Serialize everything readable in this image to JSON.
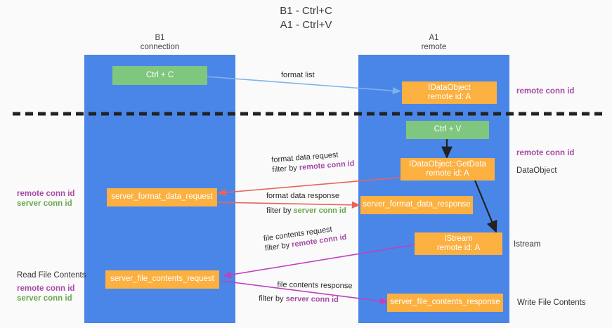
{
  "title": {
    "line1": "B1 - Ctrl+C",
    "line2": "A1 - Ctrl+V"
  },
  "lanes": [
    {
      "name": "B1",
      "subtitle": "connection"
    },
    {
      "name": "A1",
      "subtitle": "remote"
    }
  ],
  "boxes": {
    "ctrl_c": {
      "label": "Ctrl + C"
    },
    "ctrl_v": {
      "label": "Ctrl + V"
    },
    "idataobject": {
      "label": "IDataObject",
      "sub": "remote id: A"
    },
    "getdata": {
      "label": "IDataObject::GetData",
      "sub": "remote id: A"
    },
    "istream": {
      "label": "IStream",
      "sub": "remote id: A"
    },
    "server_format_data_request": {
      "label": "server_format_data_request"
    },
    "server_format_data_response": {
      "label": "server_format_data_response"
    },
    "server_file_contents_request": {
      "label": "server_file_contents_request"
    },
    "server_file_contents_response": {
      "label": "server_file_contents_response"
    }
  },
  "edges": {
    "format_list": {
      "label": "format list"
    },
    "format_data_request": {
      "label": "format data request",
      "filter_prefix": "filter by ",
      "filter_key": "remote conn id"
    },
    "format_data_response": {
      "label": "format data response",
      "filter_prefix": "filter by ",
      "filter_key": "server conn id"
    },
    "file_contents_request": {
      "label": "file contents request",
      "filter_prefix": "filter by ",
      "filter_key": "remote conn id"
    },
    "file_contents_response": {
      "label": "file contents response",
      "filter_prefix": "filter by ",
      "filter_key": "server conn id"
    }
  },
  "annotations": {
    "right_top_remote_conn_id": "remote conn id",
    "right_mid_remote_conn_id": "remote conn id",
    "right_dataobject": "DataObject",
    "right_istream": "Istream",
    "right_write_file_contents": "Write File Contents",
    "left_remote_conn_id_1": "remote conn id",
    "left_server_conn_id_1": "server conn id",
    "left_read_file_contents": "Read File Contents",
    "left_remote_conn_id_2": "remote conn id",
    "left_server_conn_id_2": "server conn id"
  },
  "colors": {
    "lane": "#4a86e8",
    "green_box": "#7fc67f",
    "orange_box": "#fbb040",
    "purple": "#a64ca6",
    "green_text": "#6aa84f",
    "arrow_blue": "#7fb3e8",
    "arrow_red": "#e8645a",
    "arrow_magenta": "#c040c0",
    "arrow_black": "#222222",
    "divider": "#222222",
    "background": "#fafafa"
  }
}
